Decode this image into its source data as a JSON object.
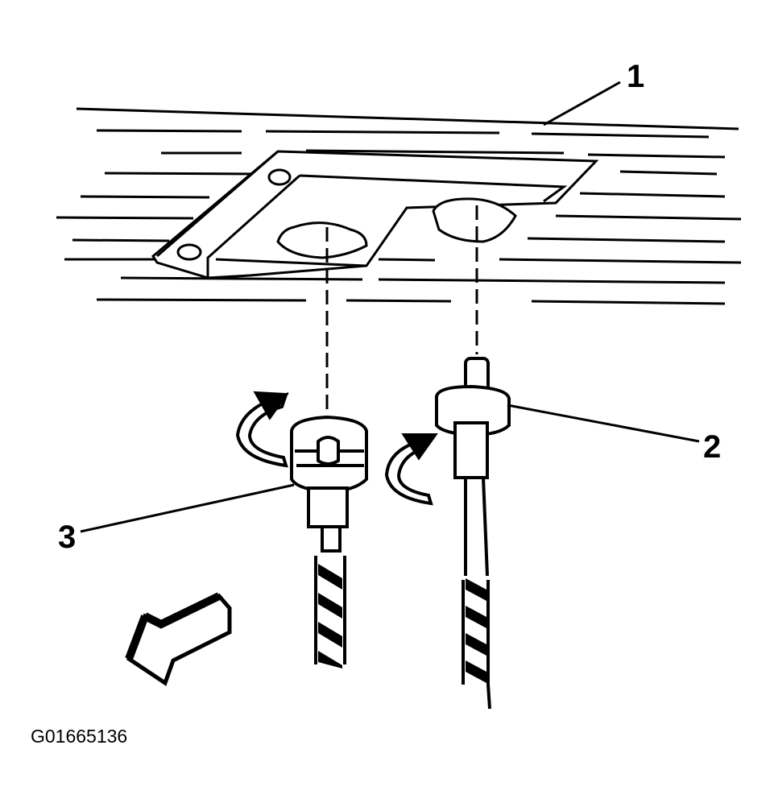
{
  "diagram": {
    "callouts": [
      {
        "id": "1",
        "label": "1"
      },
      {
        "id": "2",
        "label": "2"
      },
      {
        "id": "3",
        "label": "3"
      }
    ],
    "figure_id": "G01665136"
  }
}
